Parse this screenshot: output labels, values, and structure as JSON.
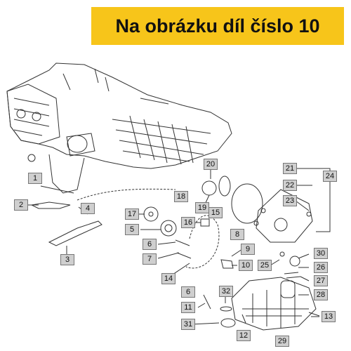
{
  "banner": {
    "text": "Na obrázku díl číslo 10"
  },
  "callouts": [
    {
      "id": "1",
      "label": "1"
    },
    {
      "id": "2",
      "label": "2"
    },
    {
      "id": "3",
      "label": "3"
    },
    {
      "id": "4",
      "label": "4"
    },
    {
      "id": "5",
      "label": "5"
    },
    {
      "id": "6a",
      "label": "6"
    },
    {
      "id": "6b",
      "label": "6"
    },
    {
      "id": "7",
      "label": "7"
    },
    {
      "id": "8",
      "label": "8"
    },
    {
      "id": "9",
      "label": "9"
    },
    {
      "id": "10",
      "label": "10"
    },
    {
      "id": "11",
      "label": "11"
    },
    {
      "id": "12",
      "label": "12"
    },
    {
      "id": "13",
      "label": "13"
    },
    {
      "id": "14",
      "label": "14"
    },
    {
      "id": "15",
      "label": "15"
    },
    {
      "id": "16",
      "label": "16"
    },
    {
      "id": "17",
      "label": "17"
    },
    {
      "id": "18",
      "label": "18"
    },
    {
      "id": "19",
      "label": "19"
    },
    {
      "id": "20",
      "label": "20"
    },
    {
      "id": "21",
      "label": "21"
    },
    {
      "id": "22",
      "label": "22"
    },
    {
      "id": "23",
      "label": "23"
    },
    {
      "id": "24",
      "label": "24"
    },
    {
      "id": "25",
      "label": "25"
    },
    {
      "id": "26",
      "label": "26"
    },
    {
      "id": "27",
      "label": "27"
    },
    {
      "id": "28",
      "label": "28"
    },
    {
      "id": "29",
      "label": "29"
    },
    {
      "id": "30",
      "label": "30"
    },
    {
      "id": "31",
      "label": "31"
    },
    {
      "id": "32",
      "label": "32"
    }
  ],
  "colors": {
    "banner": "#f7c51a",
    "label_fill": "#cfcfcf",
    "line": "#333333"
  }
}
